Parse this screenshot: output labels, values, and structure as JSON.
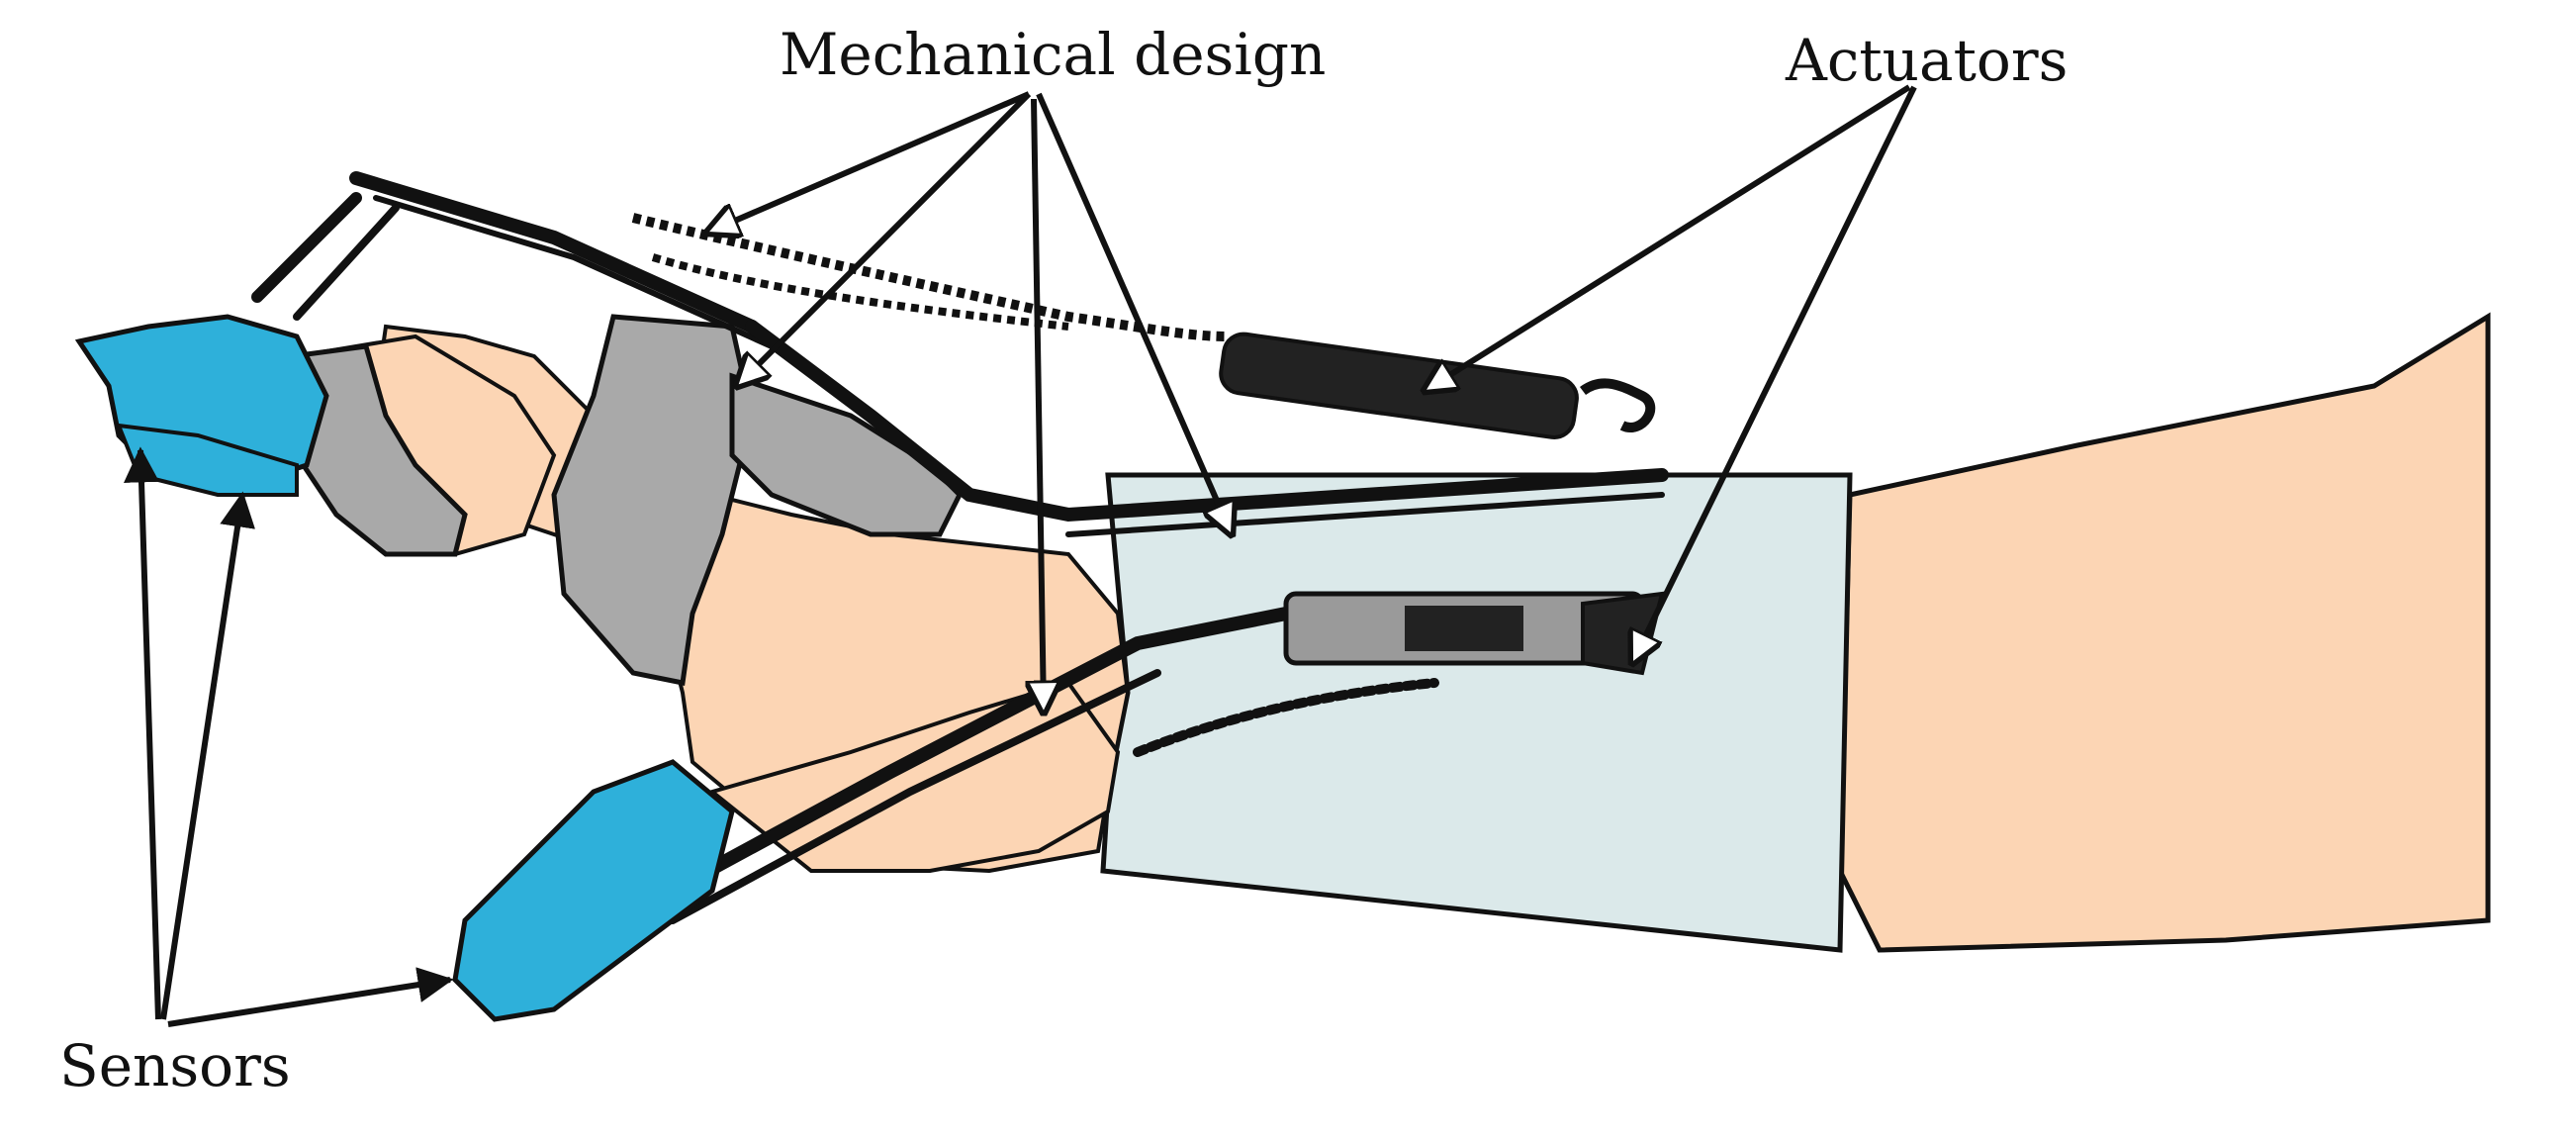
{
  "labels": {
    "mechanical_design": "Mechanical design",
    "actuators": "Actuators",
    "sensors": "Sensors"
  },
  "colors": {
    "skin": "#fcd5b4",
    "sensor": "#2eb0da",
    "brace_gray": "#a9a9a9",
    "sleeve": "#dbe9ea",
    "outline": "#111111"
  }
}
